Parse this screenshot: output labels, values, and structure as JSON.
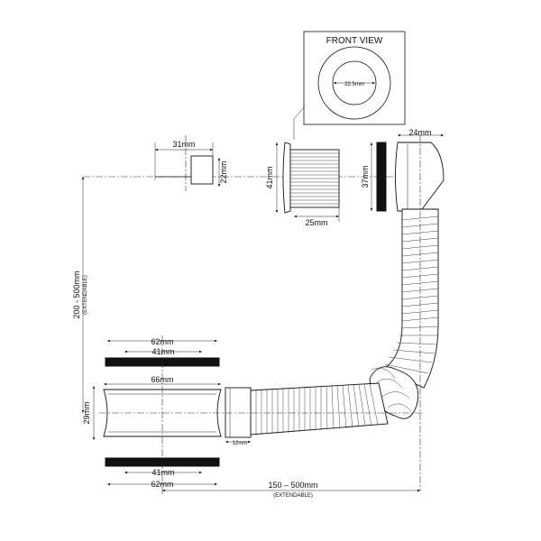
{
  "labels": {
    "front_view": "FRONT VIEW",
    "inner_diameter": "22.5mm",
    "cap_width": "31mm",
    "cap_height": "22mm",
    "screw_height": "41mm",
    "screw_length": "25mm",
    "washer_height": "37mm",
    "elbow_width": "24mm",
    "vertical_range": "200 - 500mm",
    "vertical_note": "(EXTENDABLE)",
    "top_outer": "62mm",
    "top_inner": "41mm",
    "body_width": "66mm",
    "body_height": "29mm",
    "nut_length": "12mm",
    "bottom_inner": "41mm",
    "bottom_outer": "62mm",
    "horizontal_range": "150 – 500mm",
    "horizontal_note": "(EXTENDABLE)"
  },
  "colors": {
    "line": "#111111",
    "background": "#ffffff"
  }
}
